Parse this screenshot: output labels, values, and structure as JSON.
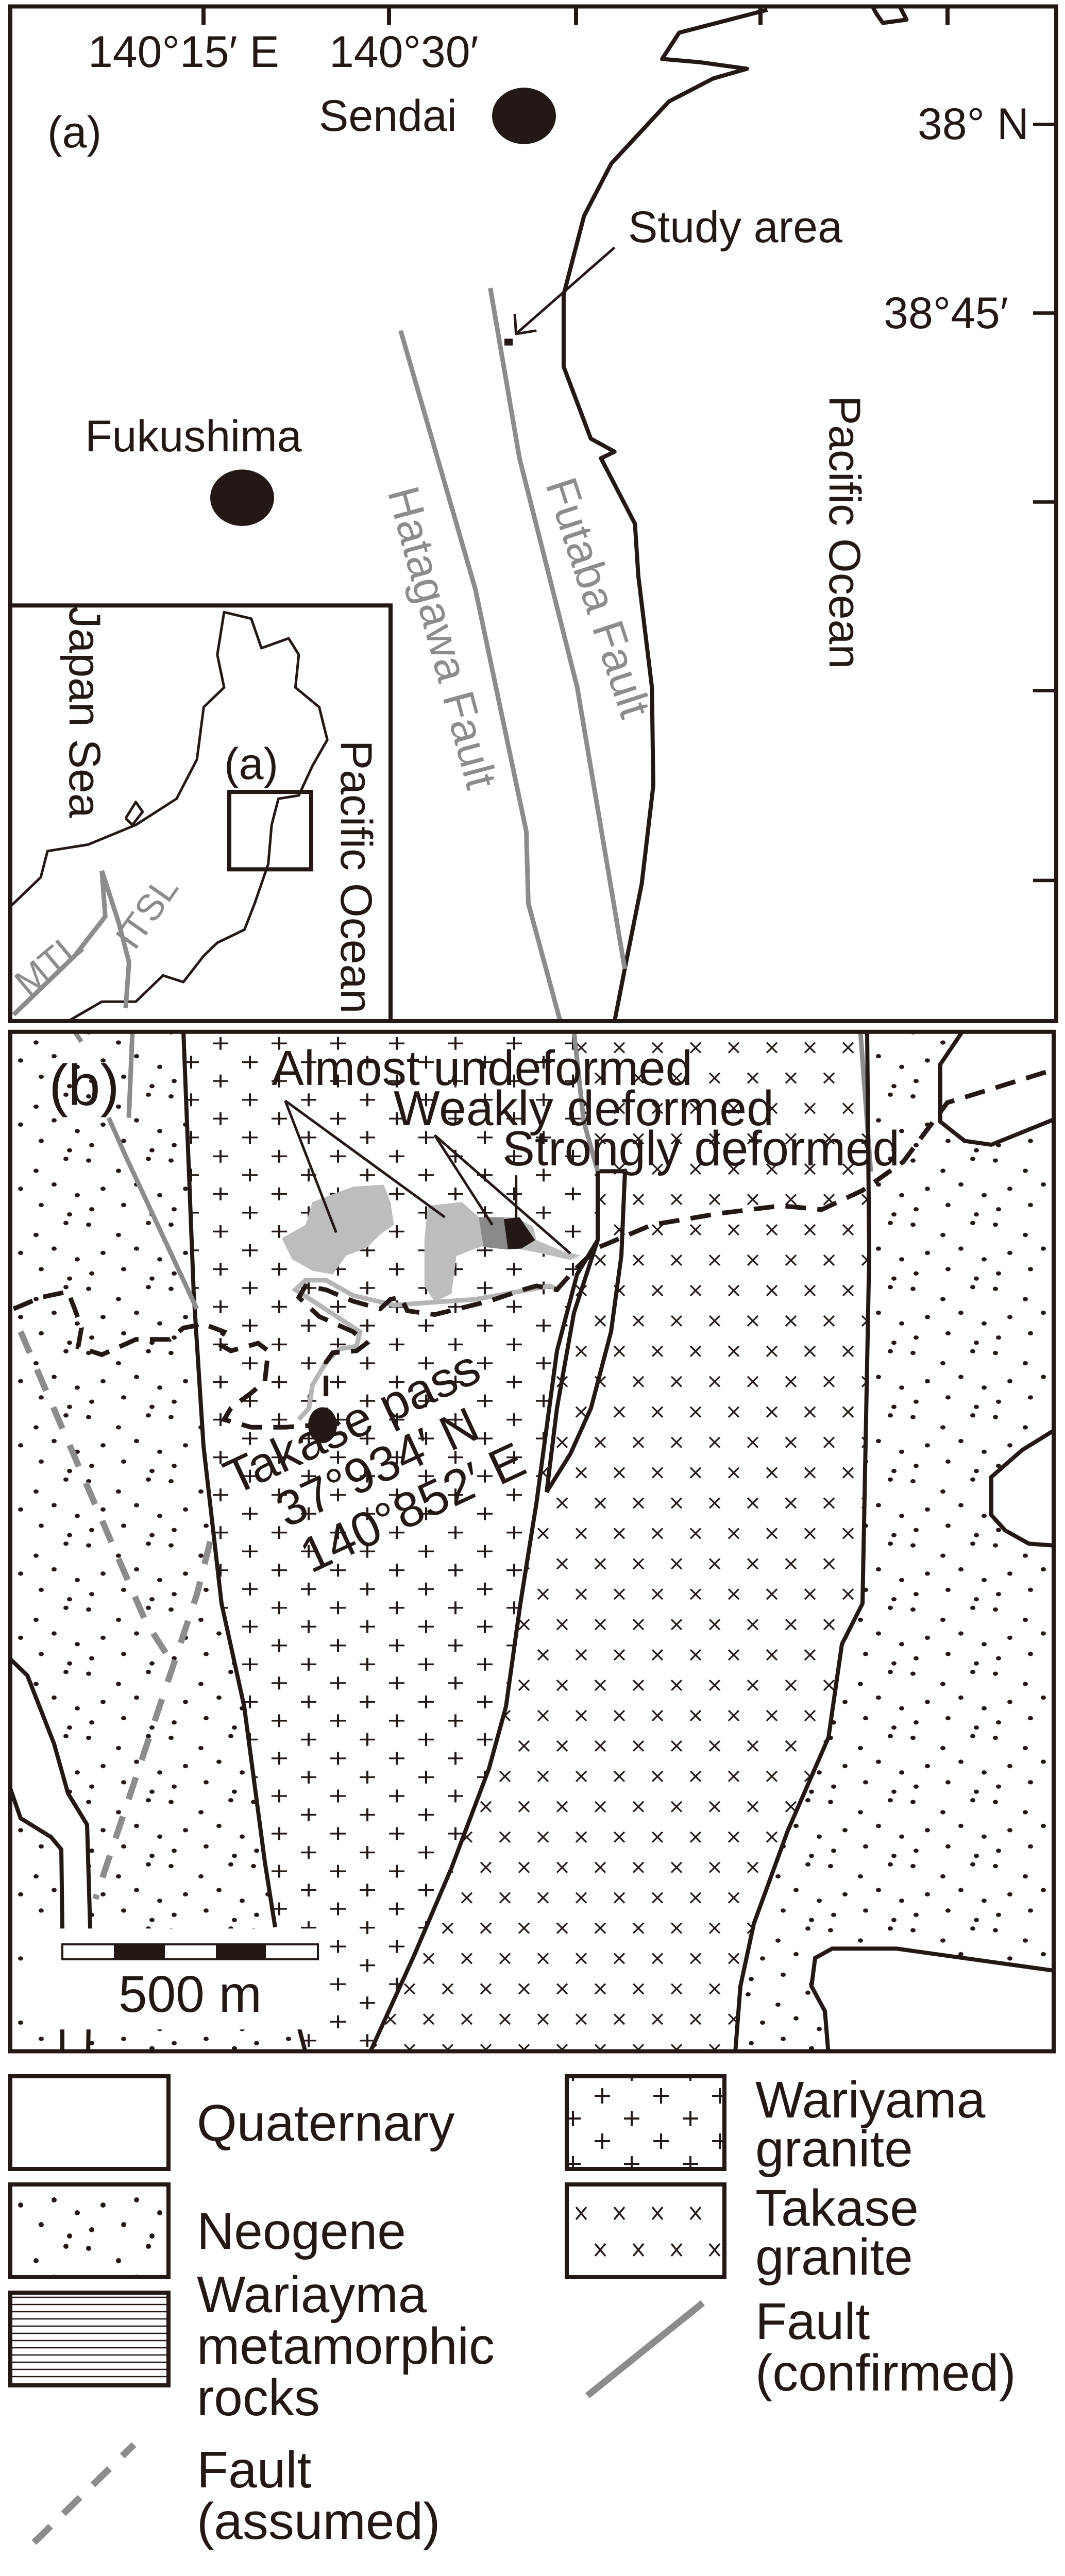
{
  "colors": {
    "ink": "#231815",
    "fault_gray": "#8c8c8c",
    "almost_undeformed": "#bdbdbd",
    "weakly_deformed": "#8a8a8a",
    "strongly_deformed": "#231815"
  },
  "panel_a": {
    "label": "(a)",
    "lon_labels": [
      "140°15′ E",
      "140°30′"
    ],
    "lat_labels": [
      "38° N",
      "38°45′"
    ],
    "cities": [
      {
        "name": "Sendai"
      },
      {
        "name": "Fukushima"
      }
    ],
    "study_area": "Study area",
    "ocean": "Pacific Ocean",
    "faults": [
      "Hatagawa Fault",
      "Futaba Fault"
    ],
    "inset": {
      "sea": "Japan Sea",
      "box_label": "(a)",
      "ocean": "Pacific Ocean",
      "lines": [
        "MTL",
        "ITSL"
      ]
    }
  },
  "panel_b": {
    "label": "(b)",
    "zones": [
      "Almost undeformed",
      "Weakly deformed",
      "Strongly deformed"
    ],
    "site": {
      "name": "Takase pass",
      "lat": "37°934′ N",
      "lon": "140°852′ E"
    },
    "scale": "500 m"
  },
  "legend": {
    "quaternary": "Quaternary",
    "neogene": "Neogene",
    "metamorphic": [
      "Wariayma",
      "metamorphic",
      "rocks"
    ],
    "fault_assumed": [
      "Fault",
      "(assumed)"
    ],
    "wariyama": [
      "Wariyama",
      "granite"
    ],
    "takase": [
      "Takase",
      "granite"
    ],
    "fault_confirmed": [
      "Fault",
      "(confirmed)"
    ]
  }
}
